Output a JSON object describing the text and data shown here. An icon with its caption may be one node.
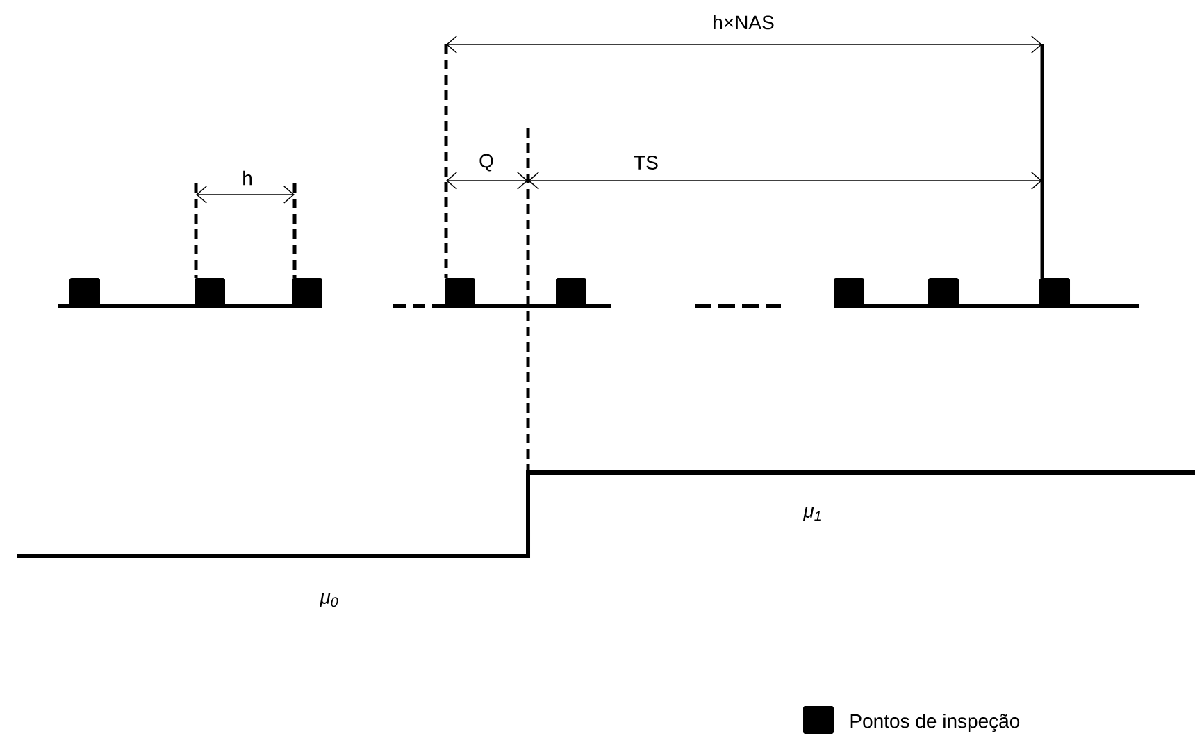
{
  "diagram": {
    "labels": [
      "h×NAS",
      "h",
      "Q",
      "TS",
      "μ$_{1}$",
      "μ$_{0}$"
    ],
    "legend": [
      {
        "text": "Pontos de inspeção",
        "color": "#000000"
      }
    ]
  }
}
